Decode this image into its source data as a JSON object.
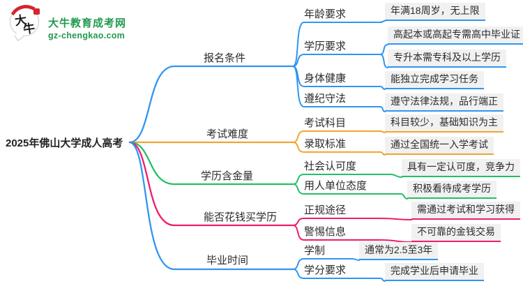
{
  "logo": {
    "icon_char1": "大",
    "icon_char2": "牛",
    "title": "大牛教育成考网",
    "domain": "gz-chengkao.com"
  },
  "main_topic": "2025年佛山大学成人高考",
  "colors": {
    "blue": "#3095f2",
    "orange": "#f0a431",
    "green": "#24bf66",
    "pink": "#ef1b6e",
    "leaf_background": "#f1f1f1",
    "logo_green": "#209a4e",
    "logo_red": "#d4262e",
    "text": "#2b2b2b"
  },
  "branches": [
    {
      "label": "报名条件",
      "color": "blue",
      "children": [
        {
          "label": "年龄要求",
          "leaves": [
            "年满18周岁，无上限"
          ]
        },
        {
          "label": "学历要求",
          "leaves": [
            "高起本或高起专需高中毕业证",
            "专升本需专科及以上学历"
          ]
        },
        {
          "label": "身体健康",
          "leaves": [
            "能独立完成学习任务"
          ]
        },
        {
          "label": "遵纪守法",
          "leaves": [
            "遵守法律法规，品行端正"
          ]
        }
      ]
    },
    {
      "label": "考试难度",
      "color": "orange",
      "children": [
        {
          "label": "考试科目",
          "leaves": [
            "科目较少，基础知识为主"
          ]
        },
        {
          "label": "录取标准",
          "leaves": [
            "通过全国统一入学考试"
          ]
        }
      ]
    },
    {
      "label": "学历含金量",
      "color": "green",
      "children": [
        {
          "label": "社会认可度",
          "leaves": [
            "具有一定认可度，竞争力"
          ]
        },
        {
          "label": "用人单位态度",
          "leaves": [
            "积极看待成考学历"
          ]
        }
      ]
    },
    {
      "label": "能否花钱买学历",
      "color": "pink",
      "children": [
        {
          "label": "正规途径",
          "leaves": [
            "需通过考试和学习获得"
          ]
        },
        {
          "label": "警惕信息",
          "leaves": [
            "不可靠的金钱交易"
          ]
        }
      ]
    },
    {
      "label": "毕业时间",
      "color": "blue",
      "children": [
        {
          "label": "学制",
          "leaves": [
            "通常为2.5至3年"
          ]
        },
        {
          "label": "学分要求",
          "leaves": [
            "完成学业后申请毕业"
          ]
        }
      ]
    }
  ]
}
